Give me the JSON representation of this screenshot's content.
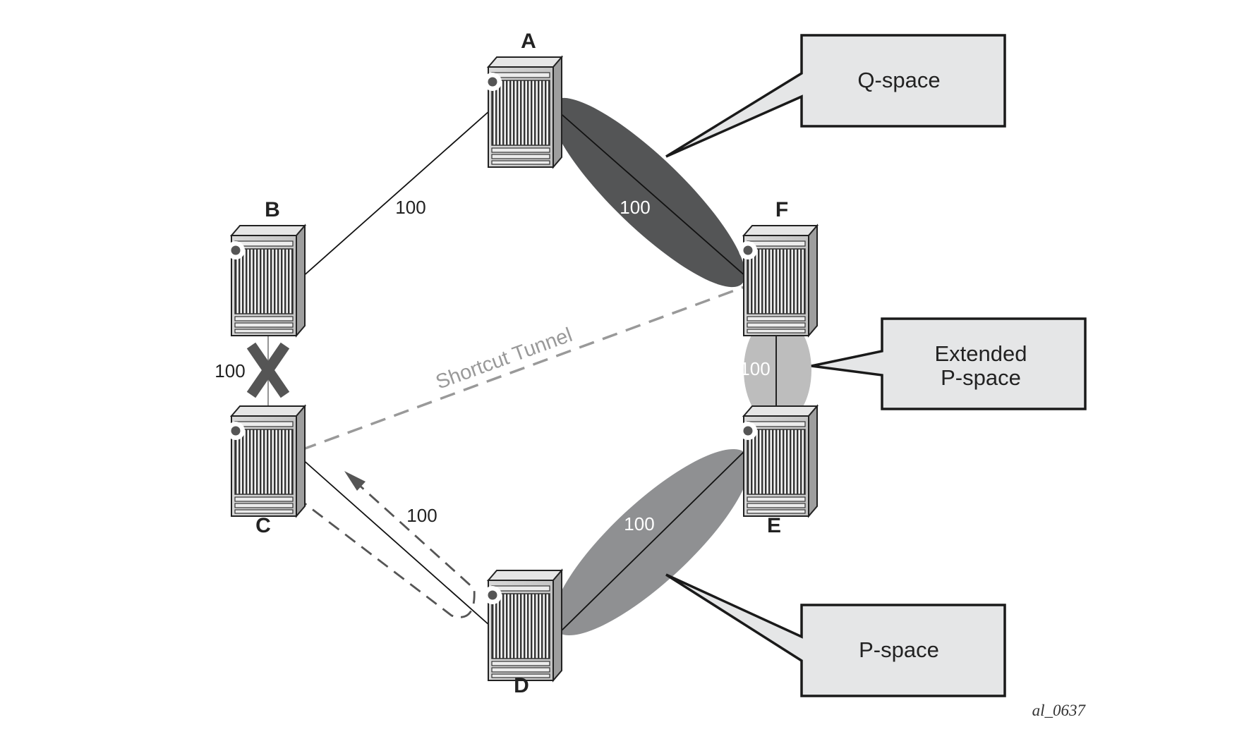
{
  "figure_id": "al_0637",
  "nodes": [
    {
      "id": "A",
      "label": "A"
    },
    {
      "id": "B",
      "label": "B"
    },
    {
      "id": "C",
      "label": "C"
    },
    {
      "id": "D",
      "label": "D"
    },
    {
      "id": "E",
      "label": "E"
    },
    {
      "id": "F",
      "label": "F"
    }
  ],
  "links": [
    {
      "id": "A-B",
      "metric": "100"
    },
    {
      "id": "A-F",
      "metric": "100"
    },
    {
      "id": "B-C",
      "metric": "100",
      "status": "failed"
    },
    {
      "id": "C-D",
      "metric": "100"
    },
    {
      "id": "D-E",
      "metric": "100"
    },
    {
      "id": "E-F",
      "metric": "100"
    }
  ],
  "tunnel": {
    "label": "Shortcut Tunnel"
  },
  "callouts": {
    "q_space": {
      "lines": [
        "Q-space"
      ]
    },
    "extended_p_space": {
      "lines": [
        "Extended",
        "P-space"
      ]
    },
    "p_space": {
      "lines": [
        "P-space"
      ]
    }
  },
  "colors": {
    "q_space_fill": "#545556",
    "extended_p_space_fill": "#bdbdbd",
    "p_space_fill": "#8f9092",
    "callout_fill": "#e5e6e7",
    "failure_mark": "#555555",
    "tunnel_line": "#999999"
  }
}
